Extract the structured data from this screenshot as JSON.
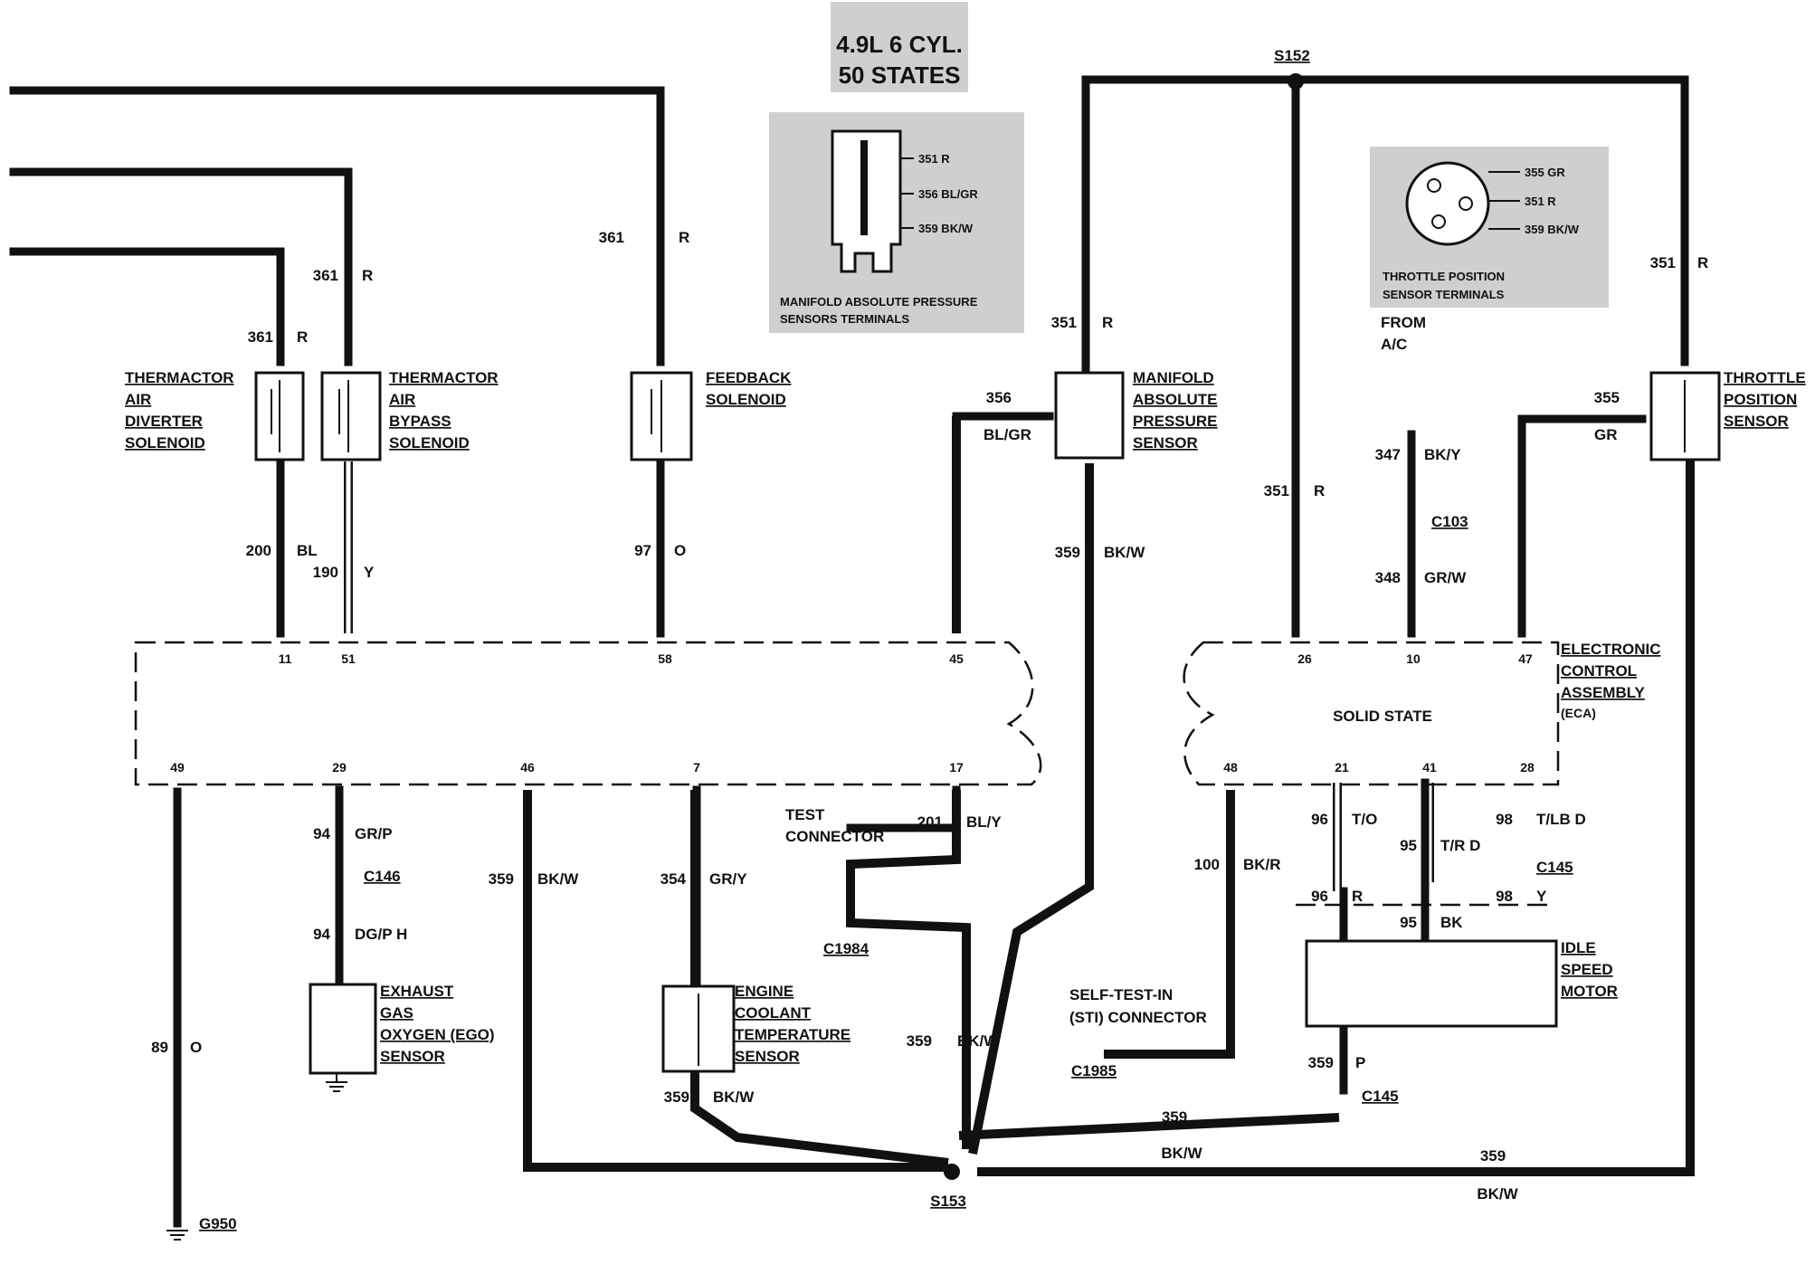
{
  "title": {
    "line1": "4.9L 6 CYL.",
    "line2": "50 STATES"
  },
  "insets": {
    "map": {
      "pins": [
        "351 R",
        "356 BL/GR",
        "359 BK/W"
      ],
      "caption1": "MANIFOLD ABSOLUTE PRESSURE",
      "caption2": "SENSORS TERMINALS"
    },
    "tps": {
      "pins": [
        "355 GR",
        "351 R",
        "359 BK/W"
      ],
      "caption1": "THROTTLE POSITION",
      "caption2": "SENSOR TERMINALS"
    }
  },
  "components": {
    "tad": [
      "THERMACTOR",
      "AIR",
      "DIVERTER",
      "SOLENOID"
    ],
    "tab": [
      "THERMACTOR",
      "AIR",
      "BYPASS",
      "SOLENOID"
    ],
    "feedback": [
      "FEEDBACK",
      "SOLENOID"
    ],
    "map": [
      "MANIFOLD",
      "ABSOLUTE",
      "PRESSURE",
      "SENSOR"
    ],
    "tps": [
      "THROTTLE",
      "POSITION",
      "SENSOR"
    ],
    "eca": [
      "ELECTRONIC",
      "CONTROL",
      "ASSEMBLY",
      "(ECA)"
    ],
    "eca_inner": "SOLID STATE",
    "ego": [
      "EXHAUST",
      "GAS",
      "OXYGEN (EGO)",
      "SENSOR"
    ],
    "ect": [
      "ENGINE",
      "COOLANT",
      "TEMPERATURE",
      "SENSOR"
    ],
    "isc": [
      "IDLE",
      "SPEED",
      "MOTOR"
    ],
    "test_connector": [
      "TEST",
      "CONNECTOR"
    ],
    "sti": [
      "SELF-TEST-IN",
      "(STI) CONNECTOR"
    ],
    "from_ac": [
      "FROM",
      "A/C"
    ]
  },
  "connectors": {
    "c103": "C103",
    "c146": "C146",
    "c145a": "C145",
    "c145b": "C145",
    "c1984": "C1984",
    "c1985": "C1985",
    "s152": "S152",
    "s153": "S153",
    "g950": "G950"
  },
  "eca_pins_top": [
    "11",
    "51",
    "58",
    "45",
    "26",
    "10",
    "47"
  ],
  "eca_pins_bottom": [
    "49",
    "29",
    "46",
    "7",
    "17",
    "48",
    "21",
    "41",
    "28"
  ],
  "wires": {
    "w361a_n": "361",
    "w361a_c": "R",
    "w361b_n": "361",
    "w361b_c": "R",
    "w361c_n": "361",
    "w361c_c": "R",
    "w351a_n": "351",
    "w351a_c": "R",
    "w351b_n": "351",
    "w351b_c": "R",
    "w351c_n": "351",
    "w351c_c": "R",
    "w356_n": "356",
    "w356_c": "BL/GR",
    "w355_n": "355",
    "w355_c": "GR",
    "w200_n": "200",
    "w200_c": "BL",
    "w190_n": "190",
    "w190_c": "Y",
    "w97_n": "97",
    "w97_c": "O",
    "w359map_n": "359",
    "w359map_c": "BK/W",
    "w347_n": "347",
    "w347_c": "BK/Y",
    "w348_n": "348",
    "w348_c": "GR/W",
    "w89_n": "89",
    "w89_c": "O",
    "w94a_n": "94",
    "w94a_c": "GR/P",
    "w94b_n": "94",
    "w94b_c": "DG/P H",
    "w359e_n": "359",
    "w359e_c": "BK/W",
    "w354_n": "354",
    "w354_c": "GR/Y",
    "w359ect_n": "359",
    "w359ect_c": "BK/W",
    "w201_n": "201",
    "w201_c": "BL/Y",
    "w359mid_n": "359",
    "w359mid_c": "BK/W",
    "w100_n": "100",
    "w100_c": "BK/R",
    "w96a_n": "96",
    "w96a_c": "T/O",
    "w95a_n": "95",
    "w95a_c": "T/R D",
    "w98a_n": "98",
    "w98a_c": "T/LB D",
    "w96b_n": "96",
    "w96b_c": "R",
    "w95b_n": "95",
    "w95b_c": "BK",
    "w98b_n": "98",
    "w98b_c": "Y",
    "w359p_n": "359",
    "w359p_c": "P",
    "w359g1_n": "359",
    "w359g1_c": "BK/W",
    "w359g2_n": "359",
    "w359g2_c": "BK/W"
  }
}
